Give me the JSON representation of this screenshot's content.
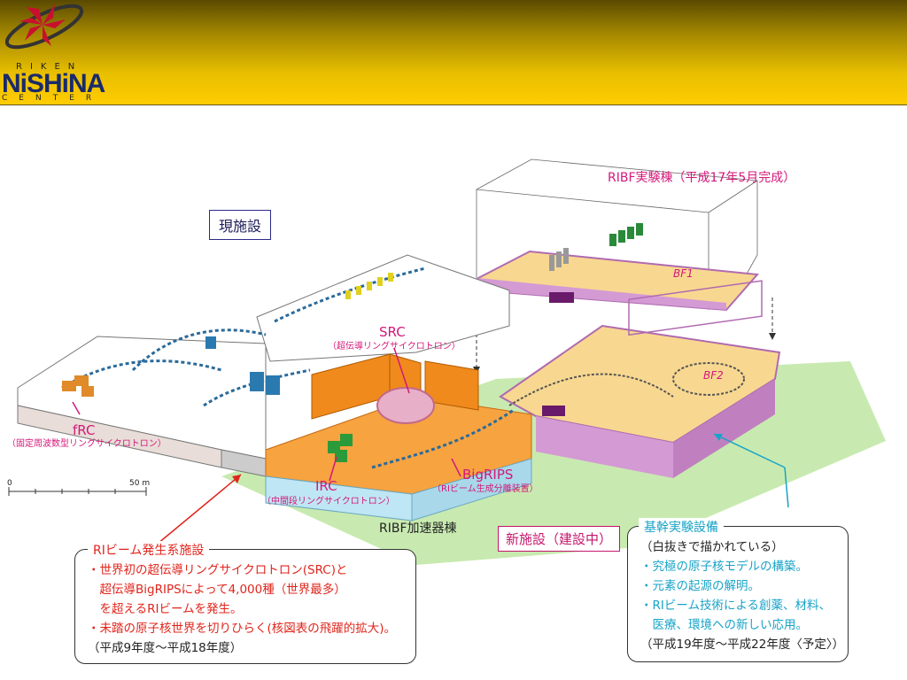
{
  "logo": {
    "riken": "RIKEN",
    "nishina": "NiSHiNA",
    "center": "CENTER"
  },
  "labels": {
    "existing_facility": "現施設",
    "ribf_building": "RIBF実験棟（平成17年5月完成）",
    "bf1": "BF1",
    "bf2": "BF2",
    "src": "SRC",
    "src_sub": "（超伝導リングサイクロトロン）",
    "frc": "fRC",
    "frc_sub": "（固定周波数型リングサイクロトロン）",
    "irc": "IRC",
    "irc_sub": "（中間段リングサイクロトロン）",
    "bigrips": "BigRIPS",
    "bigrips_sub": "（RIビーム生成分離装置）",
    "accelerator_building": "RIBF加速器棟",
    "new_facility": "新施設（建設中）",
    "scale_zero": "0",
    "scale_50": "50 m"
  },
  "left_callout": {
    "title": "RIビーム発生系施設",
    "lines": [
      "・世界初の超伝導リングサイクロトロン(SRC)と",
      "　超伝導BigRIPSによって4,000種（世界最多）",
      "　を超えるRIビームを発生。",
      "・未踏の原子核世界を切りひらく(核図表の飛躍的拡大)。",
      "（平成9年度〜平成18年度）"
    ]
  },
  "right_callout": {
    "title": "基幹実験設備",
    "lines": [
      "（白抜きで描かれている）",
      "・究極の原子核モデルの構築。",
      "・元素の起源の解明。",
      "・RIビーム技術による創薬、材料、",
      "　医療、環境への新しい応用。",
      "（平成19年度〜平成22年度〈予定〉）"
    ]
  },
  "colors": {
    "banner_top": "#5a4a00",
    "banner_bottom": "#ffcc00",
    "ground_green": "#c8eab0",
    "floor_yellow": "#f8d890",
    "wall_purple": "#d49ad4",
    "accent_magenta": "#d4187a",
    "accent_red": "#e0251c",
    "accent_cyan": "#18a3c7",
    "orange_building": "#f08a1c"
  }
}
